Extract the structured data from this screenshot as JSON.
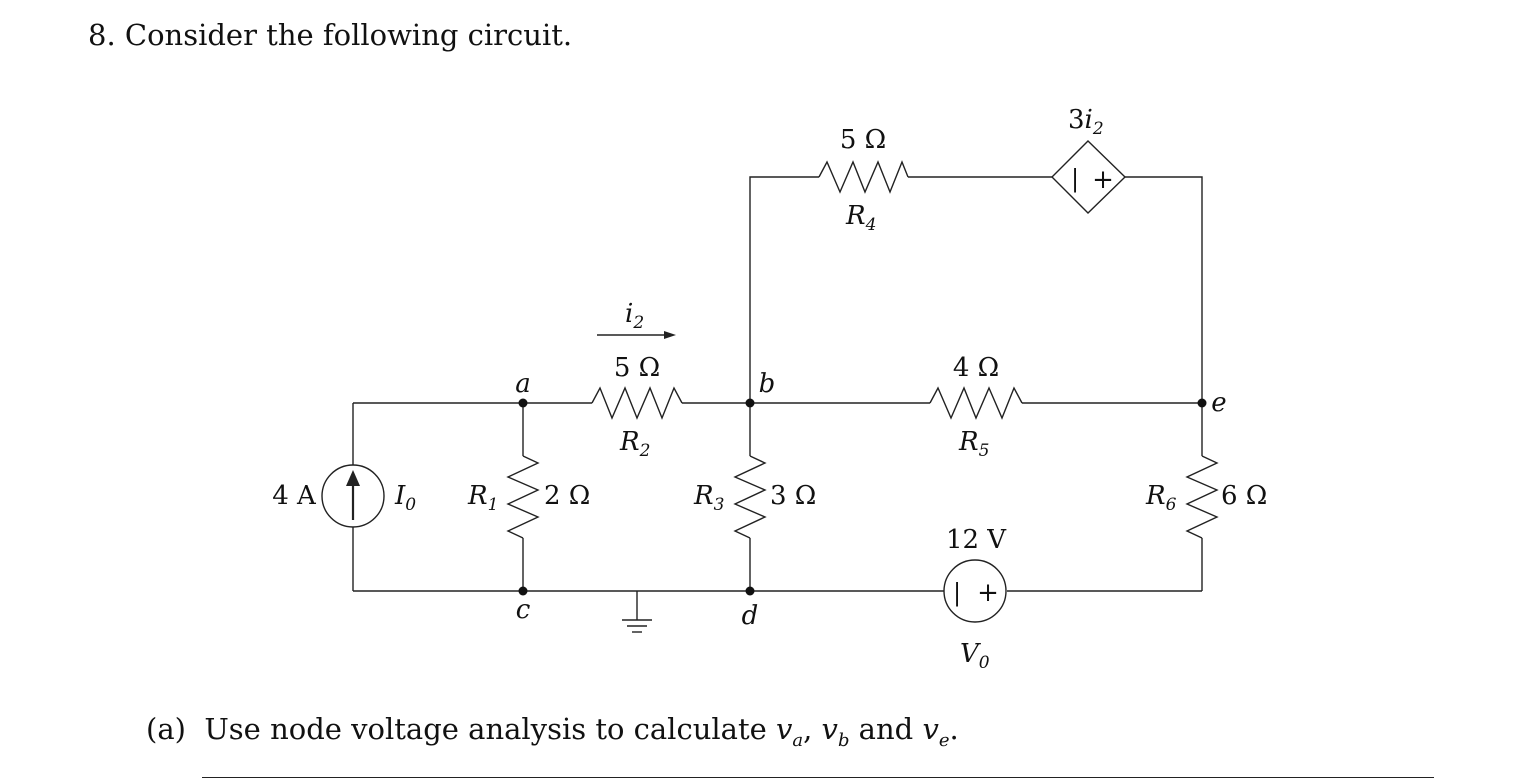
{
  "question": {
    "title": "8. Consider the following circuit."
  },
  "part_a": {
    "label": "(a)",
    "text_prefix": "Use node voltage analysis to calculate ",
    "var1": "v",
    "var1_sub": "a",
    "sep1": ", ",
    "var2": "v",
    "var2_sub": "b",
    "sep2": " and ",
    "var3": "v",
    "var3_sub": "e",
    "end": "."
  },
  "circuit": {
    "nodes": {
      "a": "a",
      "b": "b",
      "c": "c",
      "d": "d",
      "e": "e"
    },
    "current_source": {
      "value": "4 A",
      "name": "I",
      "name_sub": "0"
    },
    "r1": {
      "name": "R",
      "sub": "1",
      "value": "2 Ω"
    },
    "r2": {
      "name": "R",
      "sub": "2",
      "value": "5 Ω"
    },
    "r3": {
      "name": "R",
      "sub": "3",
      "value": "3 Ω"
    },
    "r4": {
      "name": "R",
      "sub": "4",
      "value": "5 Ω"
    },
    "r5": {
      "name": "R",
      "sub": "5",
      "value": "4 Ω"
    },
    "r6": {
      "name": "R",
      "sub": "6",
      "value": "6 Ω"
    },
    "i2_label": {
      "name": "i",
      "sub": "2"
    },
    "dependent_source": {
      "coef": "3",
      "name": "i",
      "sub": "2",
      "minus": "|",
      "plus": "+"
    },
    "voltage_source": {
      "value": "12 V",
      "name": "V",
      "name_sub": "0",
      "minus": "|",
      "plus": "+"
    }
  }
}
